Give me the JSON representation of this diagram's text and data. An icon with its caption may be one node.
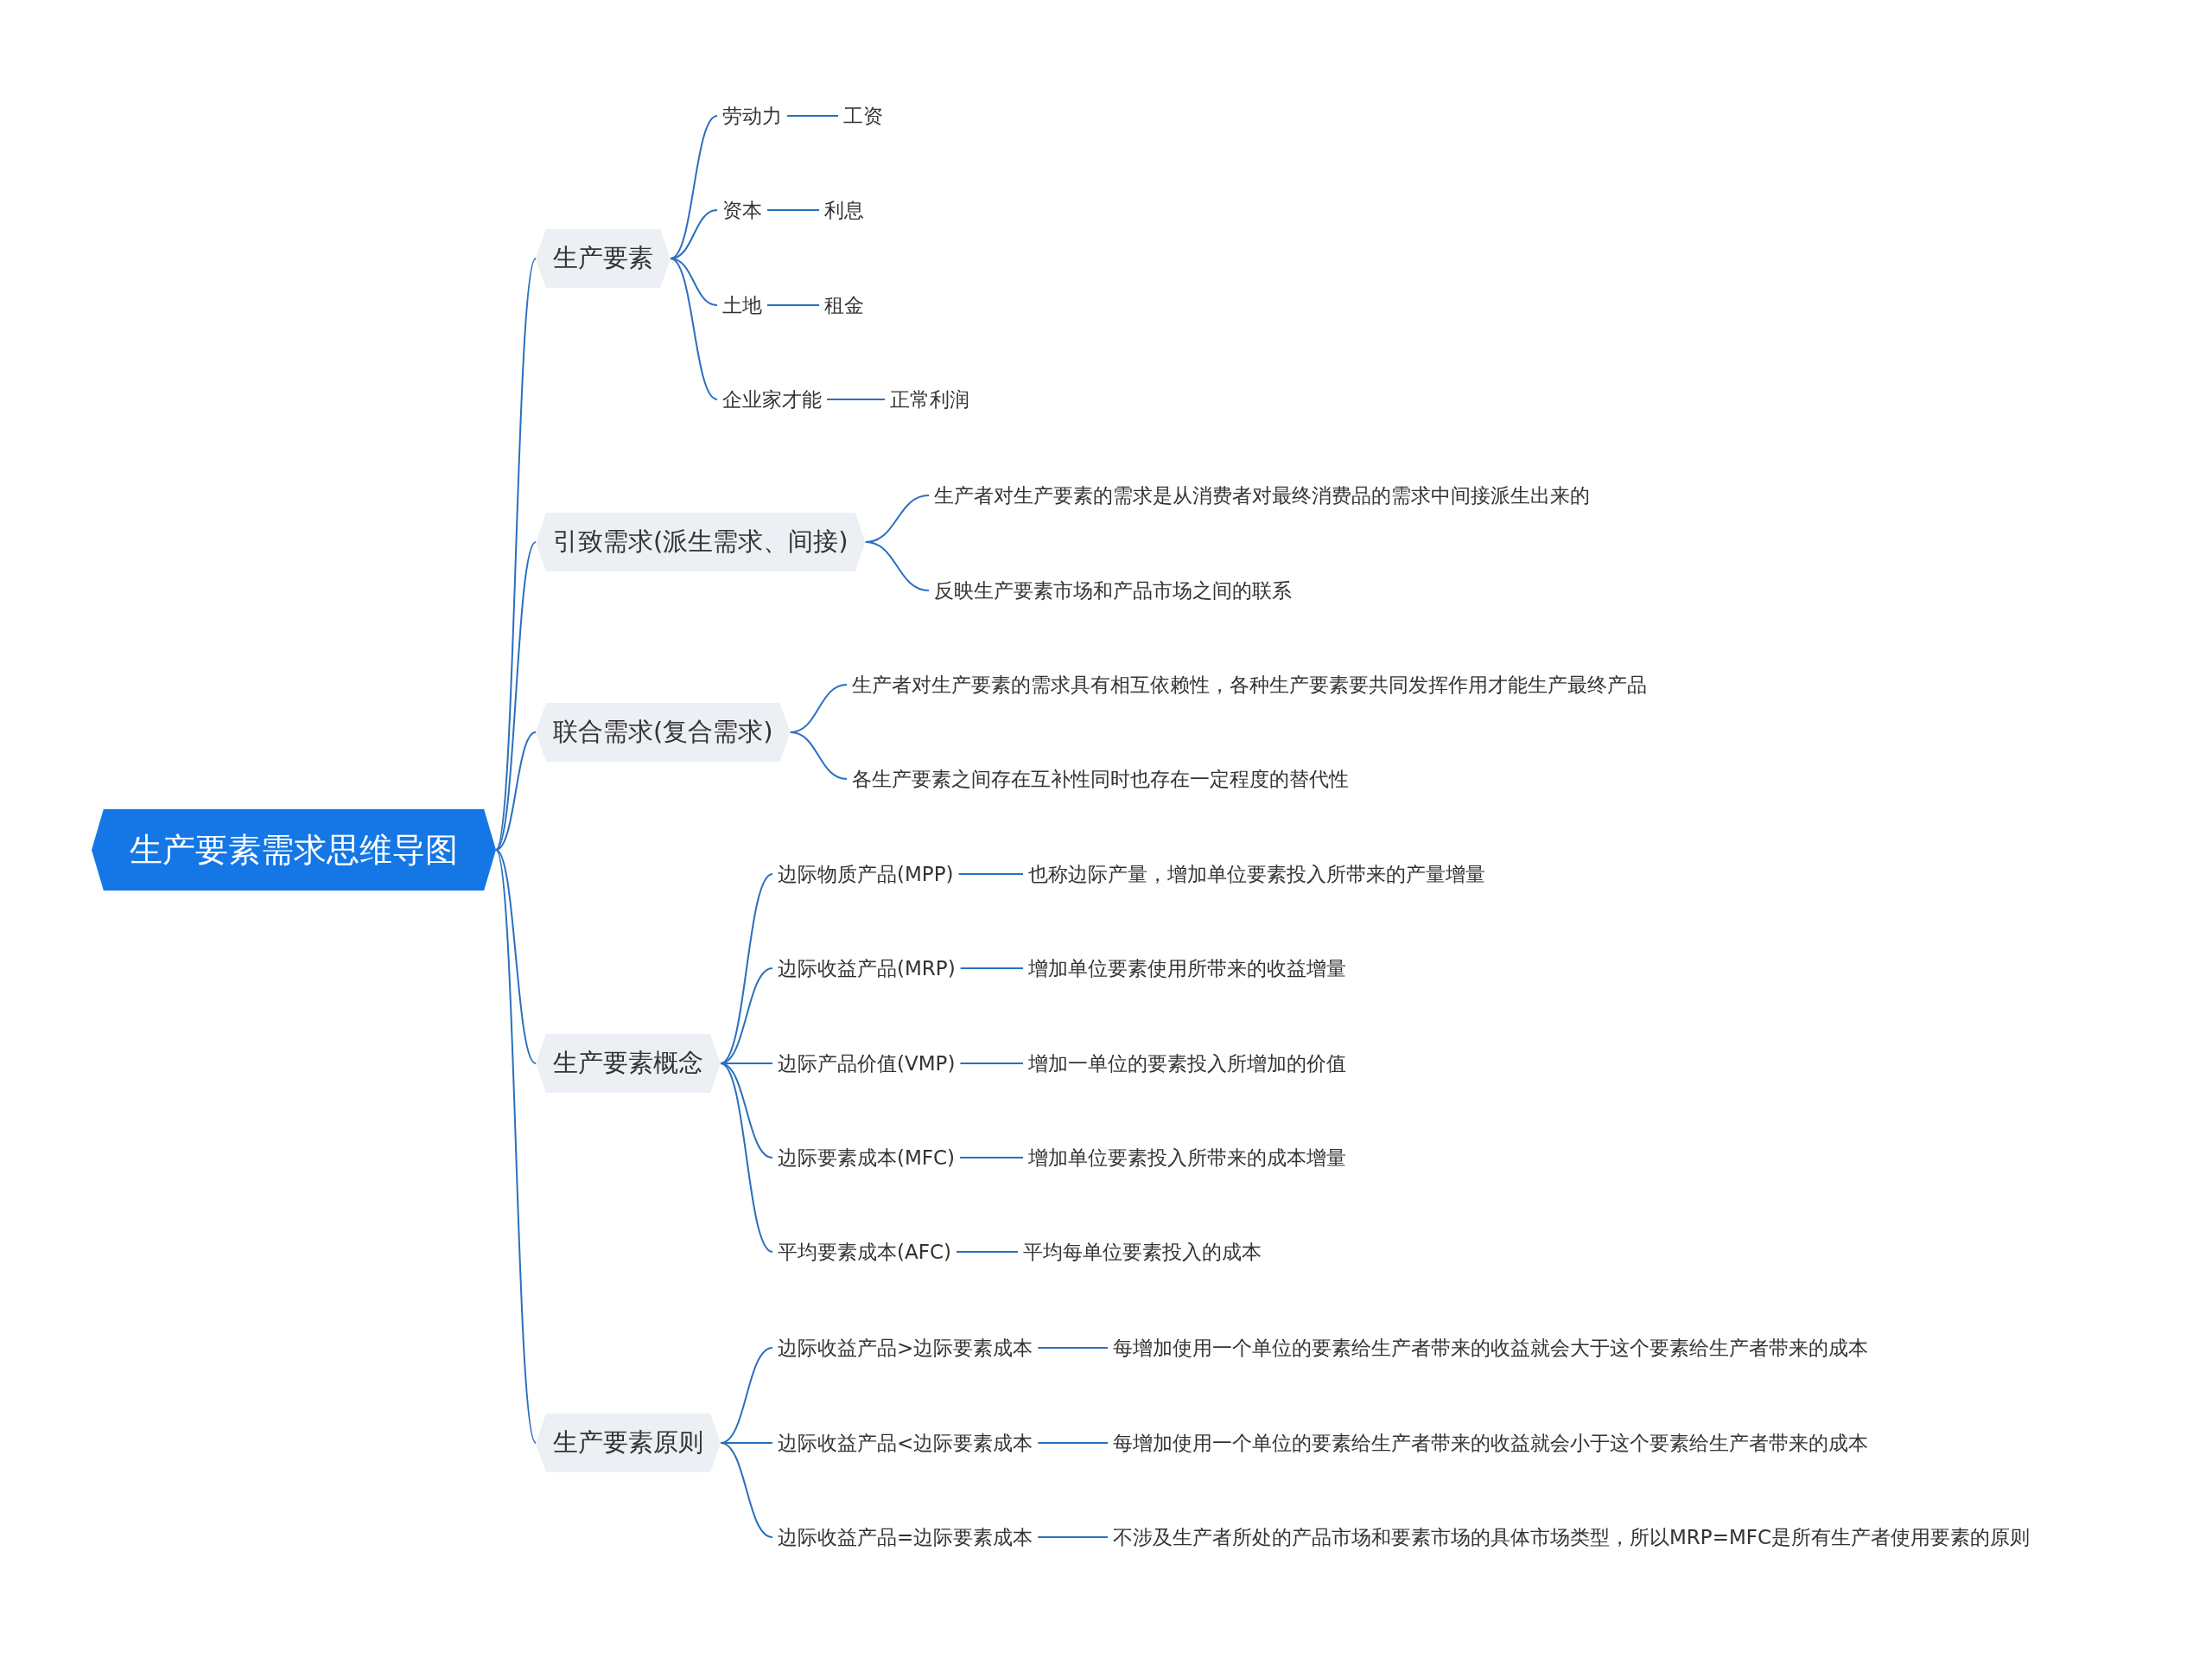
{
  "diagram": {
    "nodes": [
      {
        "text": [
          "生产要素需求思维导图"
        ]
      },
      {
        "text": [
          "生产要素"
        ]
      },
      {
        "text": [
          "劳动力"
        ]
      },
      {
        "text": [
          "工资"
        ]
      },
      {
        "text": [
          "资本"
        ]
      },
      {
        "text": [
          "利息"
        ]
      },
      {
        "text": [
          "土地"
        ]
      },
      {
        "text": [
          "租金"
        ]
      },
      {
        "text": [
          "企业家才能"
        ]
      },
      {
        "text": [
          "正常利润"
        ]
      },
      {
        "text": [
          "引致需求(派生需求、间接)"
        ]
      },
      {
        "text": [
          "生产者对生产要素的需求是从消费者对最终消费品的需求中间接派生出来的"
        ]
      },
      {
        "text": [
          "反映生产要素市场和产品市场之间的联系"
        ]
      },
      {
        "text": [
          "联合需求(复合需求)"
        ]
      },
      {
        "text": [
          "生产者对生产要素的需求具有相互依赖性，各种生产要素要共同发挥作用才能生产最终产品"
        ]
      },
      {
        "text": [
          "各生产要素之间存在互补性同时也存在一定程度的替代性"
        ]
      },
      {
        "text": [
          "生产要素概念"
        ]
      },
      {
        "text": [
          "边际物质产品(MPP)"
        ]
      },
      {
        "text": [
          "也称边际产量，增加单位要素投入所带来的产量增量"
        ]
      },
      {
        "text": [
          "边际收益产品(MRP)"
        ]
      },
      {
        "text": [
          "增加单位要素使用所带来的收益增量"
        ]
      },
      {
        "text": [
          "边际产品价值(VMP)"
        ]
      },
      {
        "text": [
          "增加一单位的要素投入所增加的价值"
        ]
      },
      {
        "text": [
          "边际要素成本(MFC)"
        ]
      },
      {
        "text": [
          "增加单位要素投入所带来的成本增量"
        ]
      },
      {
        "text": [
          "平均要素成本(AFC)"
        ]
      },
      {
        "text": [
          "平均每单位要素投入的成本"
        ]
      },
      {
        "text": [
          "生产要素原则"
        ]
      },
      {
        "text": [
          "边际收益产品>边际要素成本"
        ]
      },
      {
        "text": [
          "每增加使用一个单位的要素给生产者带来的收益就会大于这个要素给生产者带来的成本"
        ]
      },
      {
        "text": [
          "边际收益产品<边际要素成本"
        ]
      },
      {
        "text": [
          "每增加使用一个单位的要素给生产者带来的收益就会小于这个要素给生产者带来的成本"
        ]
      },
      {
        "text": [
          "边际收益产品=边际要素成本"
        ]
      },
      {
        "text": [
          "不涉及生产者所处的产品市场和要素市场的具体市场类型，所以MRP=MFC是所有生产者使用要素的原则"
        ]
      }
    ],
    "edges": [
      {
        "from": 0,
        "to": 1,
        "arrow": "none"
      },
      {
        "from": 0,
        "to": 10,
        "arrow": "none"
      },
      {
        "from": 0,
        "to": 13,
        "arrow": "none"
      },
      {
        "from": 0,
        "to": 16,
        "arrow": "none"
      },
      {
        "from": 0,
        "to": 27,
        "arrow": "none"
      },
      {
        "from": 1,
        "to": 2,
        "arrow": "none"
      },
      {
        "from": 1,
        "to": 4,
        "arrow": "none"
      },
      {
        "from": 1,
        "to": 6,
        "arrow": "none"
      },
      {
        "from": 1,
        "to": 8,
        "arrow": "none"
      },
      {
        "from": 2,
        "to": 3,
        "arrow": "none"
      },
      {
        "from": 4,
        "to": 5,
        "arrow": "none"
      },
      {
        "from": 6,
        "to": 7,
        "arrow": "none"
      },
      {
        "from": 8,
        "to": 9,
        "arrow": "none"
      },
      {
        "from": 10,
        "to": 11,
        "arrow": "none"
      },
      {
        "from": 10,
        "to": 12,
        "arrow": "none"
      },
      {
        "from": 13,
        "to": 14,
        "arrow": "none"
      },
      {
        "from": 13,
        "to": 15,
        "arrow": "none"
      },
      {
        "from": 16,
        "to": 17,
        "arrow": "none"
      },
      {
        "from": 16,
        "to": 19,
        "arrow": "none"
      },
      {
        "from": 16,
        "to": 21,
        "arrow": "none"
      },
      {
        "from": 16,
        "to": 23,
        "arrow": "none"
      },
      {
        "from": 16,
        "to": 25,
        "arrow": "none"
      },
      {
        "from": 17,
        "to": 18,
        "arrow": "none"
      },
      {
        "from": 19,
        "to": 20,
        "arrow": "none"
      },
      {
        "from": 21,
        "to": 22,
        "arrow": "none"
      },
      {
        "from": 23,
        "to": 24,
        "arrow": "none"
      },
      {
        "from": 25,
        "to": 26,
        "arrow": "none"
      },
      {
        "from": 27,
        "to": 28,
        "arrow": "none"
      },
      {
        "from": 27,
        "to": 30,
        "arrow": "none"
      },
      {
        "from": 27,
        "to": 32,
        "arrow": "none"
      },
      {
        "from": 28,
        "to": 29,
        "arrow": "none"
      },
      {
        "from": 30,
        "to": 31,
        "arrow": "none"
      },
      {
        "from": 32,
        "to": 33,
        "arrow": "none"
      }
    ]
  }
}
